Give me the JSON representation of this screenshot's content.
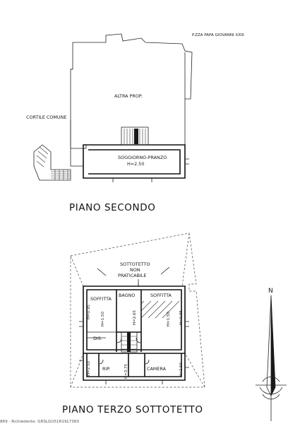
{
  "address": "P.ZZA PAPA GIOVANNI XXIII",
  "floor_two": {
    "title": "PIANO SECONDO",
    "labels": {
      "altra_prop": "ALTRA PROP.",
      "cortile": "CORTILE COMUNE",
      "soggiorno": "SOGGIORNO-PRANZO",
      "soggiorno_h": "H=2.50"
    }
  },
  "floor_three": {
    "title": "PIANO TERZO SOTTOTETTO",
    "labels": {
      "sottotetto_1": "SOTTOTETTO",
      "sottotetto_2": "NON",
      "sottotetto_3": "PRATICABILE",
      "soffitta_left": "SOFFITTA",
      "soffitta_right": "SOFFITTA",
      "bagno": "BAGNO",
      "dis": "DIS.",
      "rip": "RIP.",
      "camera": "CAMERA",
      "h_095_left": "H=0.95",
      "h_150_left": "H=1.50",
      "h_265": "H=2.65",
      "h_150_right": "H=1.50",
      "h_095_right": "H=0.95",
      "h_250_left": "H=2.50",
      "h_375": "H=3.75",
      "h_250_right": "H=2.50"
    }
  },
  "compass": {
    "north": "N"
  },
  "footer": {
    "text": "869 - Richiedente: GRSLGU51R19L736X"
  }
}
